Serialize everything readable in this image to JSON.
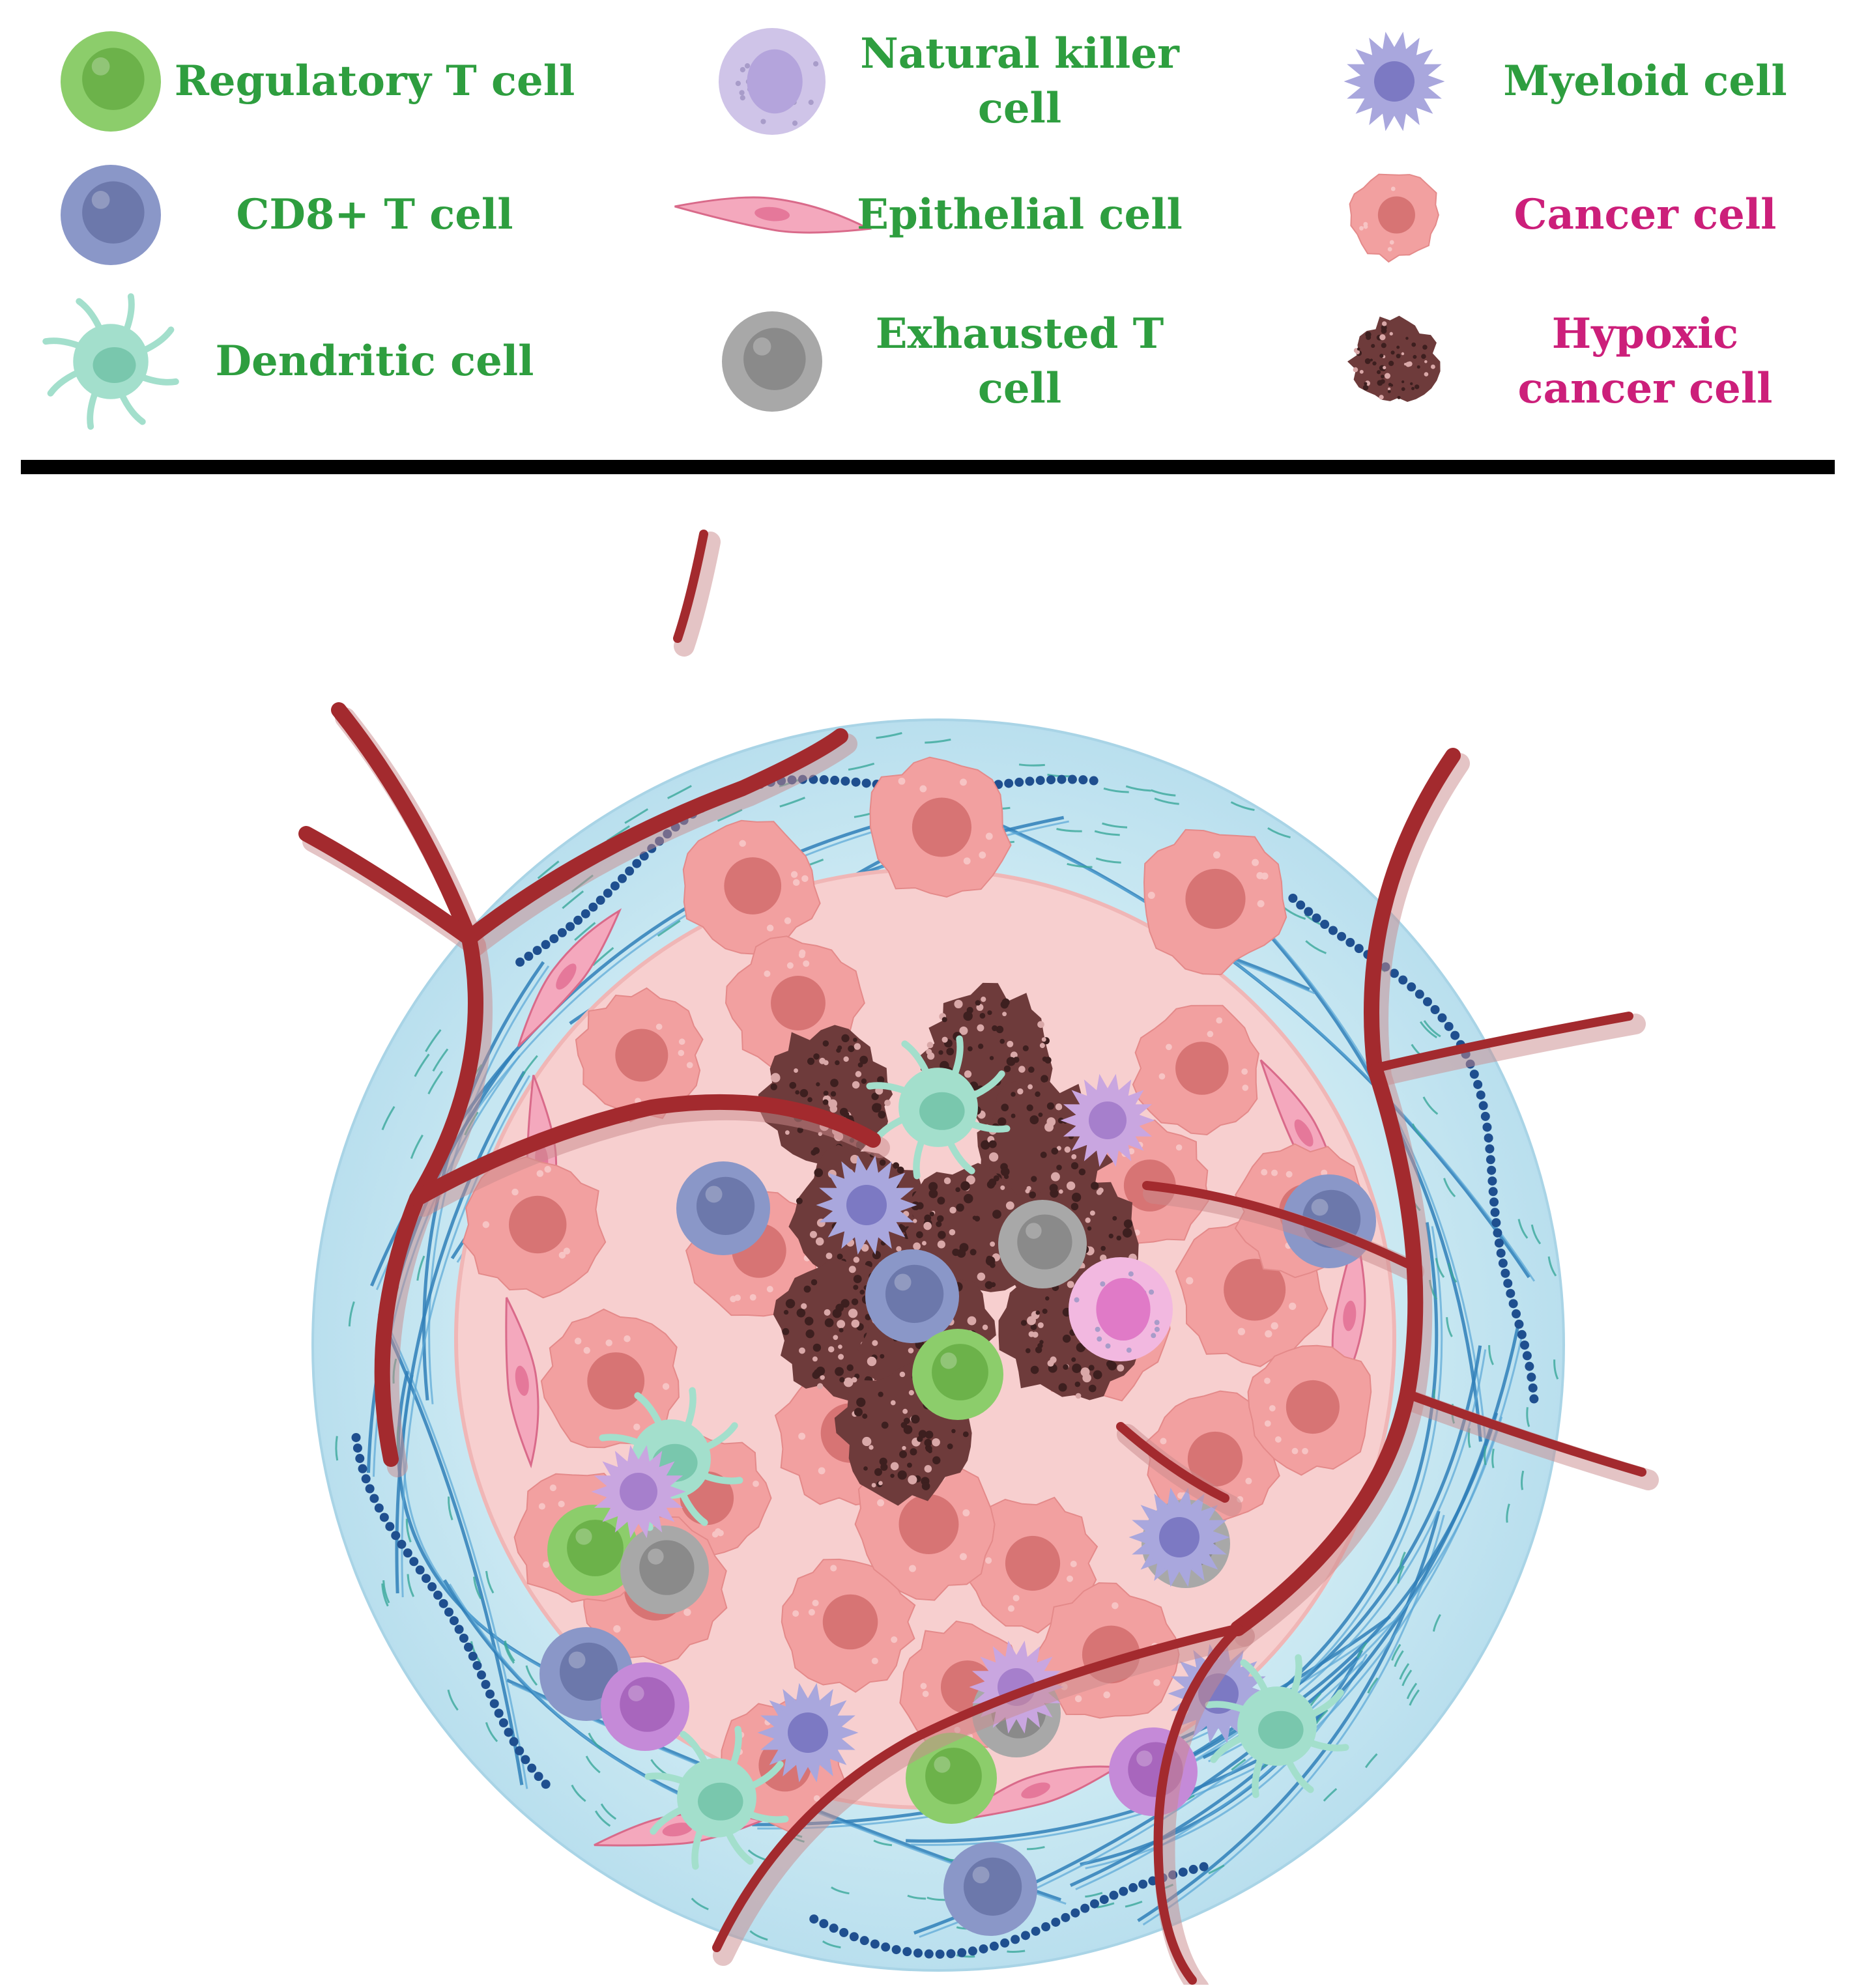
{
  "legend": {
    "items": [
      {
        "key": "treg",
        "label": "Regulatory T cell",
        "label_color": "#2e9e3f",
        "icon": "round-cell-icon",
        "fill": "#8ccd6b",
        "nucleus": "#6cb24a"
      },
      {
        "key": "nk",
        "label": "Natural killer\ncell",
        "label_color": "#2e9e3f",
        "icon": "granular-cell-icon",
        "fill": "#cfc4e8",
        "nucleus": "#b4a4dc"
      },
      {
        "key": "myeloid",
        "label": "Myeloid cell",
        "label_color": "#2e9e3f",
        "icon": "spiky-cell-icon",
        "fill": "#a9a7dd",
        "nucleus": "#7c79c3"
      },
      {
        "key": "cd8",
        "label": "CD8+ T cell",
        "label_color": "#2e9e3f",
        "icon": "round-cell-icon",
        "fill": "#8a97c8",
        "nucleus": "#6c78ab"
      },
      {
        "key": "epithelial",
        "label": "Epithelial cell",
        "label_color": "#2e9e3f",
        "icon": "spindle-cell-icon",
        "fill": "#f4a8bd",
        "nucleus": "#e5789a"
      },
      {
        "key": "cancer",
        "label": "Cancer cell",
        "label_color": "#cc1f7a",
        "icon": "cancer-cell-icon",
        "fill": "#f2a0a0",
        "nucleus": "#d77474"
      },
      {
        "key": "dendritic",
        "label": "Dendritic cell",
        "label_color": "#2e9e3f",
        "icon": "dendritic-cell-icon",
        "fill": "#a3dfcc",
        "nucleus": "#79c7ad"
      },
      {
        "key": "exhausted",
        "label": "Exhausted T\ncell",
        "label_color": "#2e9e3f",
        "icon": "round-cell-icon",
        "fill": "#a8a8a8",
        "nucleus": "#8a8a8a"
      },
      {
        "key": "hypoxic",
        "label": "Hypoxic\ncancer cell",
        "label_color": "#cc1f7a",
        "icon": "hypoxic-cell-icon",
        "fill": "#6e3b3b",
        "nucleus": "#3d1f1f"
      }
    ]
  },
  "colors": {
    "divider": "#000000",
    "ecm_ring": "#cdeaf3",
    "ecm_fiber": "#2f7fb8",
    "ecm_hair": "#3aa79a",
    "bead_chain": "#1f4f8f",
    "vessel": "#a32a2e",
    "vessel_light": "#c98a8c",
    "tumor_core": "#f7cfcf"
  }
}
